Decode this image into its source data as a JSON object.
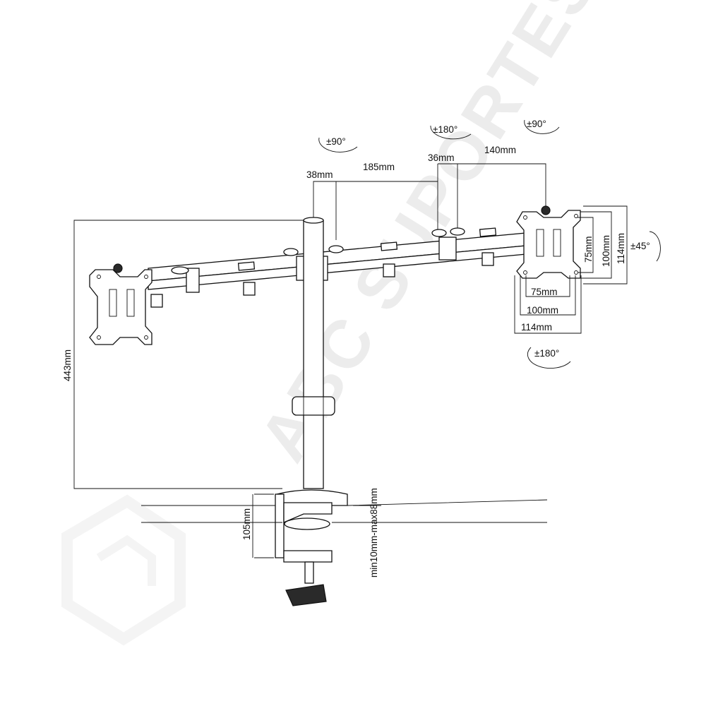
{
  "watermark": {
    "text": "ABC SUPORTES"
  },
  "rotations": {
    "left_arm_swivel": "±90°",
    "center_swivel": "±180°",
    "right_head_tilt": "±90°",
    "right_head_rotation": "±45°",
    "right_head_swivel": "±180°"
  },
  "dimensions": {
    "pole_offset": "38mm",
    "arm_segment_1": "185mm",
    "joint_width": "36mm",
    "arm_segment_2": "140mm",
    "height": "443mm",
    "clamp_height": "105mm",
    "desk_thickness": "min10mm-max88mm",
    "vesa_h": [
      "75mm",
      "100mm",
      "114mm"
    ],
    "vesa_v": [
      "75mm",
      "100mm",
      "114mm"
    ]
  }
}
